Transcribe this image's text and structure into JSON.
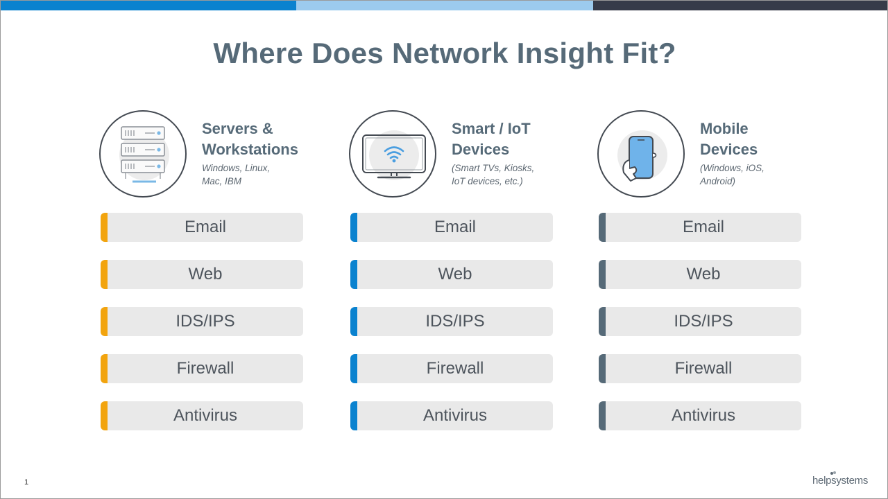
{
  "slide": {
    "title": "Where Does Network Insight Fit?",
    "page_number": "1",
    "logo_text": "helpsystems",
    "colors": {
      "top_bar": [
        "#0a82cf",
        "#9ccbee",
        "#363b49"
      ],
      "title": "#566a78",
      "pill_bg": "#e9e9e9"
    }
  },
  "columns": [
    {
      "heading": "Servers &\nWorkstations",
      "subtitle": "Windows, Linux,\nMac, IBM",
      "icon": "server-rack-icon",
      "accent": "#f2a40e",
      "items": [
        "Email",
        "Web",
        "IDS/IPS",
        "Firewall",
        "Antivirus"
      ]
    },
    {
      "heading": "Smart / IoT\nDevices",
      "subtitle": "(Smart TVs, Kiosks,\nIoT devices, etc.)",
      "icon": "smart-tv-wifi-icon",
      "accent": "#0a82cf",
      "items": [
        "Email",
        "Web",
        "IDS/IPS",
        "Firewall",
        "Antivirus"
      ]
    },
    {
      "heading": "Mobile\nDevices",
      "subtitle": "(Windows, iOS,\nAndroid)",
      "icon": "mobile-phone-hand-icon",
      "accent": "#566a78",
      "items": [
        "Email",
        "Web",
        "IDS/IPS",
        "Firewall",
        "Antivirus"
      ]
    }
  ]
}
